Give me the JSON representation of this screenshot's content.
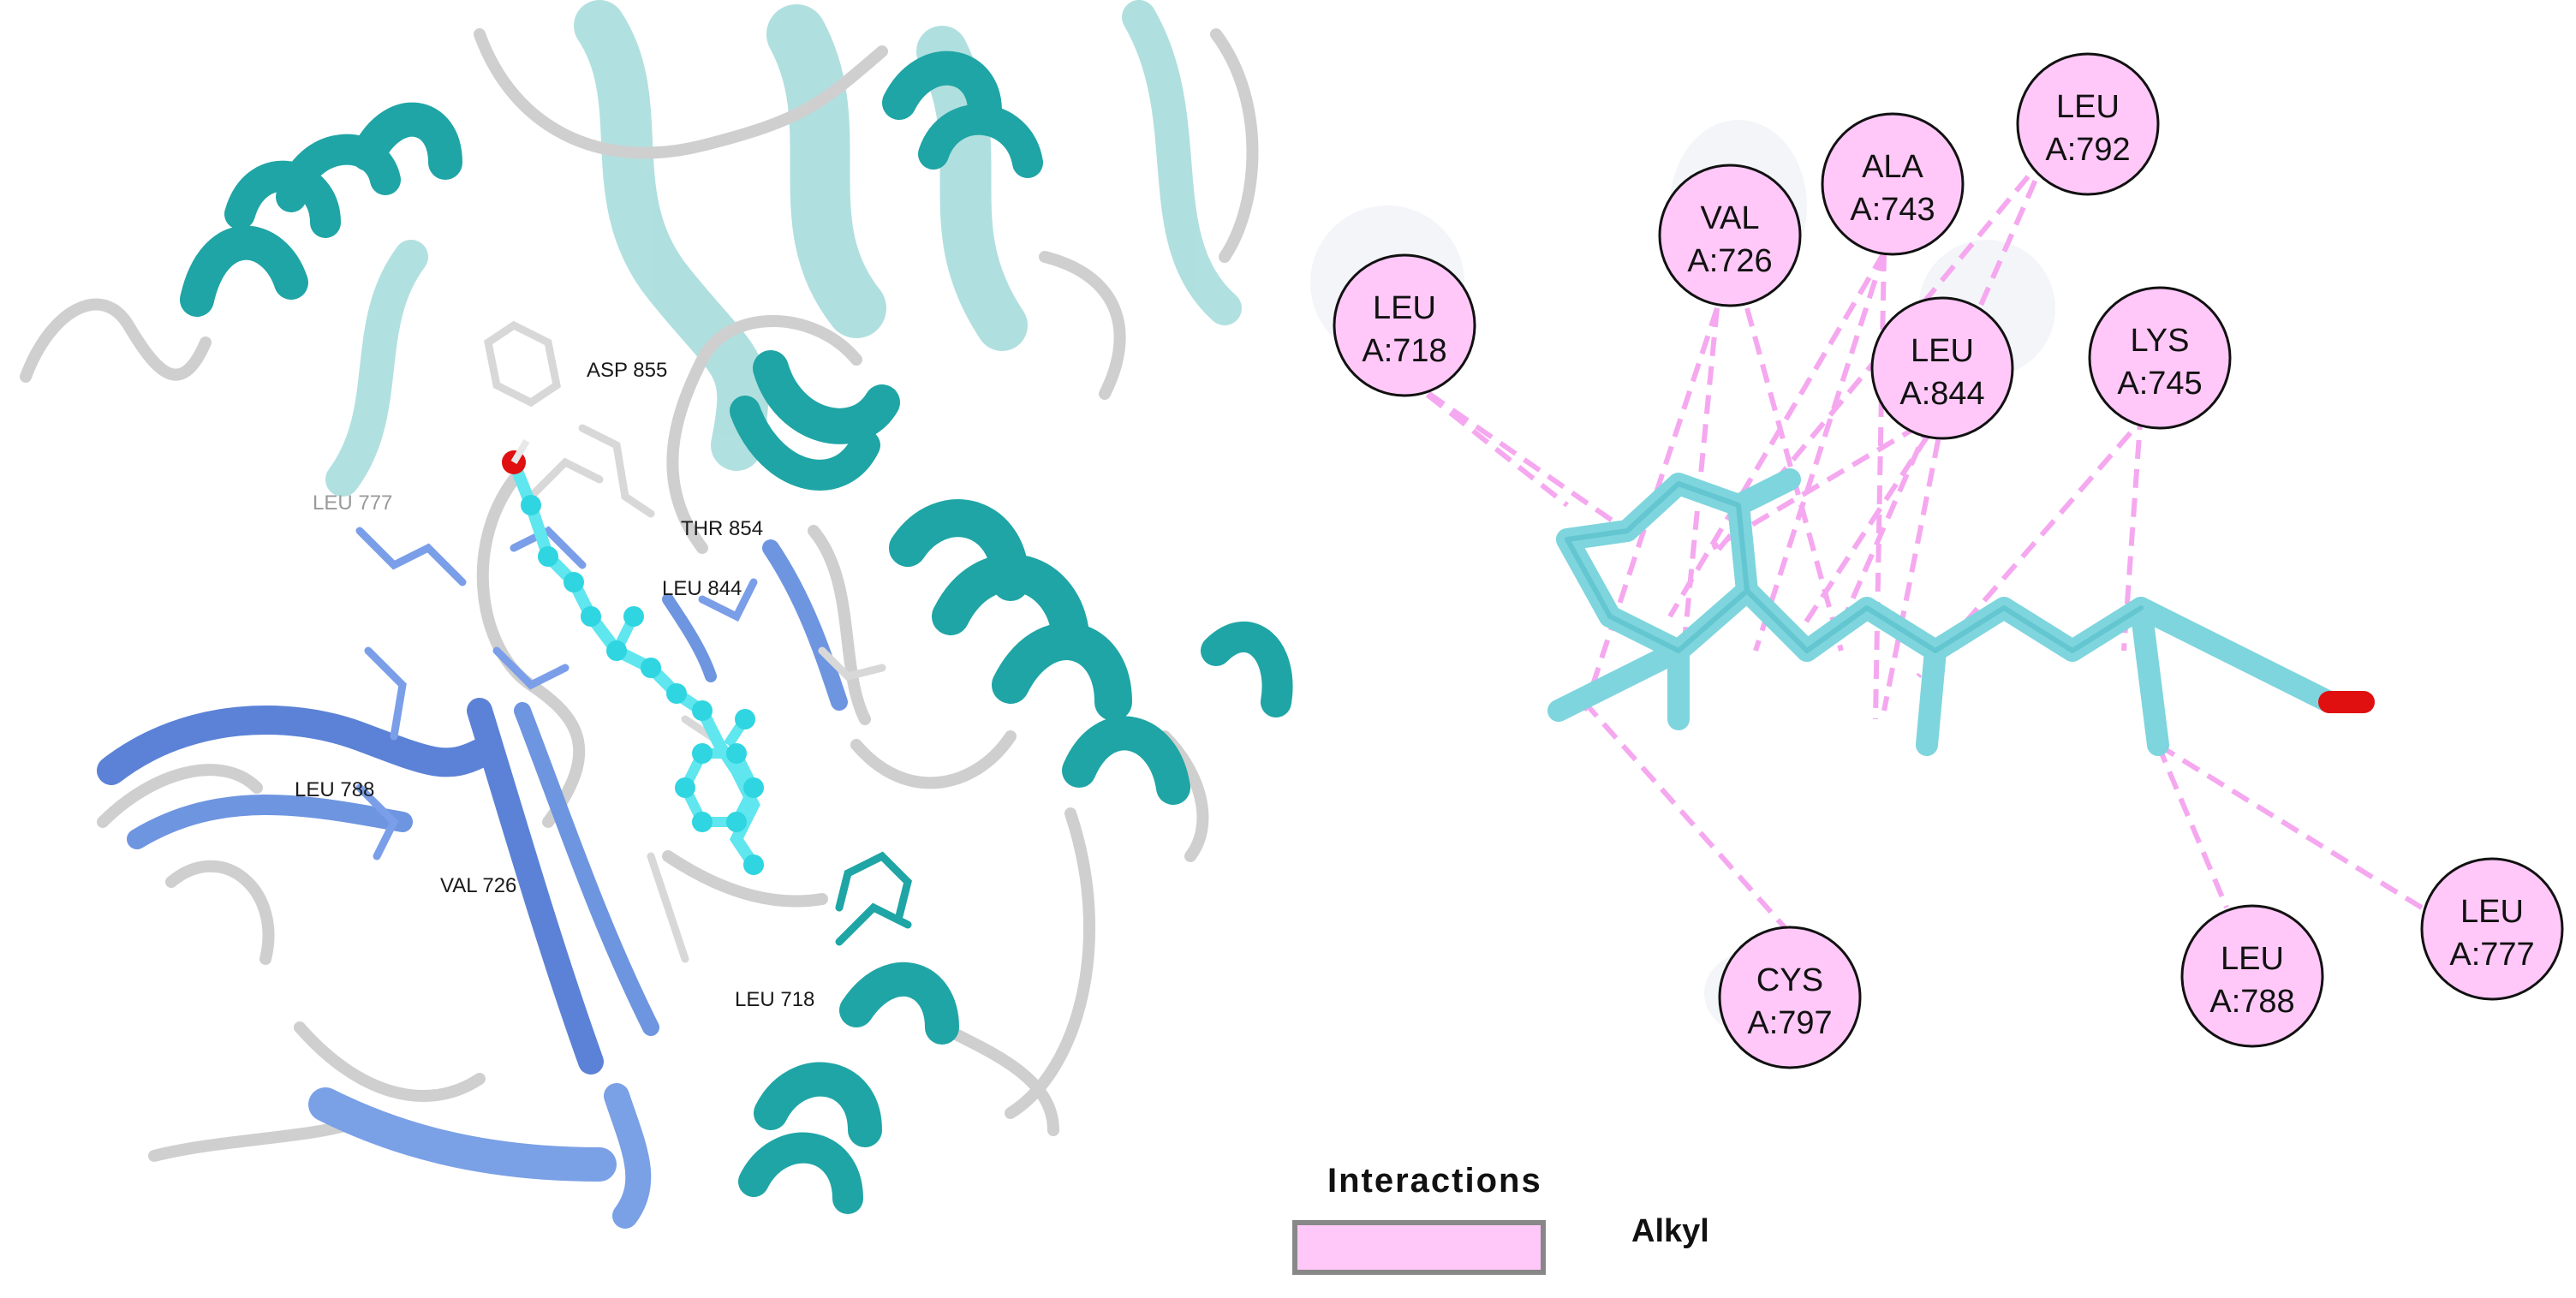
{
  "structure_3d": {
    "residue_labels": [
      "ASP 855",
      "LEU 777",
      "THR 854",
      "LEU 844",
      "LEU 788",
      "VAL 726",
      "LEU 718"
    ]
  },
  "interaction_map": {
    "residues": [
      {
        "name": "LEU",
        "id": "A:718"
      },
      {
        "name": "VAL",
        "id": "A:726"
      },
      {
        "name": "ALA",
        "id": "A:743"
      },
      {
        "name": "LEU",
        "id": "A:792"
      },
      {
        "name": "LEU",
        "id": "A:844"
      },
      {
        "name": "LYS",
        "id": "A:745"
      },
      {
        "name": "CYS",
        "id": "A:797"
      },
      {
        "name": "LEU",
        "id": "A:788"
      },
      {
        "name": "LEU",
        "id": "A:777"
      }
    ]
  },
  "legend": {
    "title": "Interactions",
    "items": [
      {
        "label": "Alkyl",
        "color": "#ffc8f8"
      }
    ]
  },
  "colors": {
    "helix": "#1fa5a5",
    "sheet": "#5b82d6",
    "coil": "#d4d4d4",
    "ligand": "#5fe6ee",
    "oxygen": "#e01010",
    "interaction_line": "#f5a8ef",
    "residue_disc": "#ffc8f8"
  }
}
